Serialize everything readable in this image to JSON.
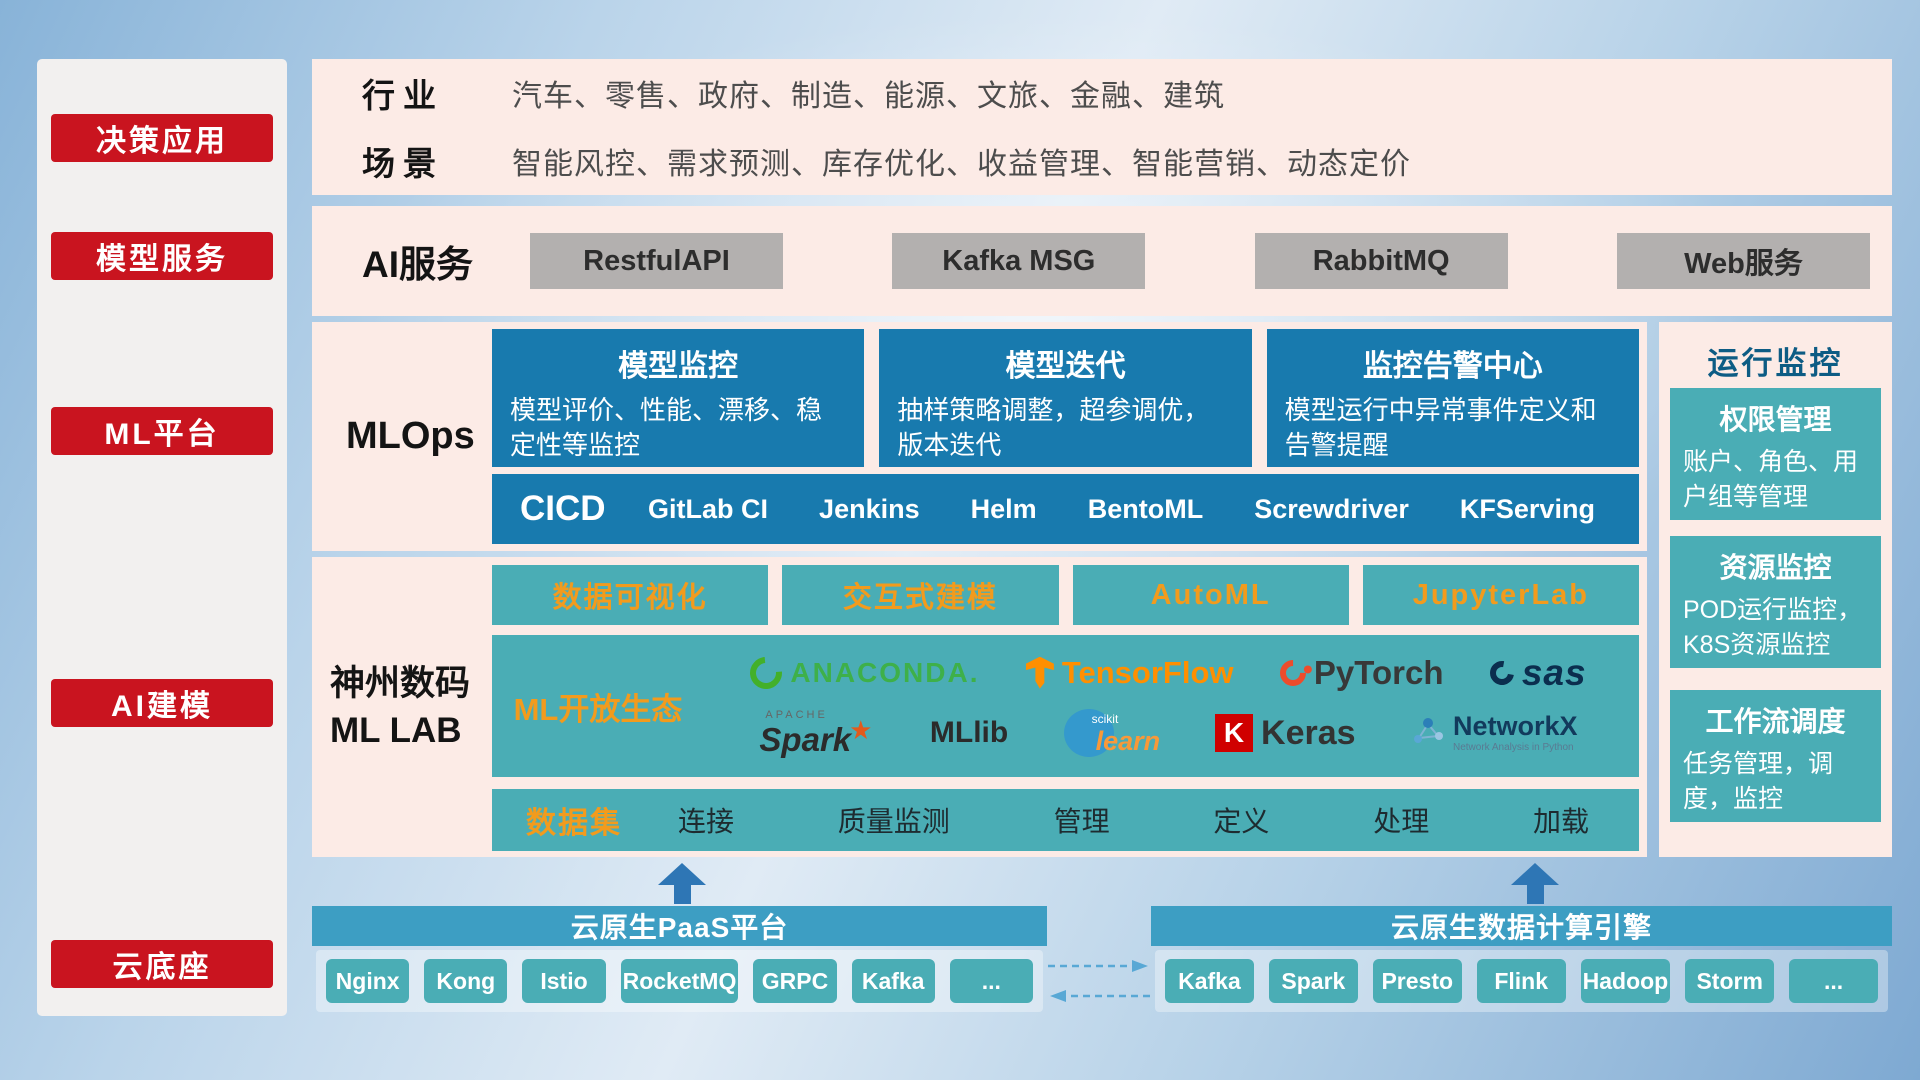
{
  "colors": {
    "sidebar_red": "#c9141f",
    "panel_pink": "#fcebe6",
    "card_blue": "#187aae",
    "card_teal": "#4aadb5",
    "banner_blue": "#3d9ec3",
    "accent_orange": "#f29b1d",
    "button_gray": "#b3b0af",
    "arrow_blue": "#2e76b5"
  },
  "sidebar": {
    "items": [
      "决策应用",
      "模型服务",
      "ML平台",
      "AI建模",
      "云底座"
    ]
  },
  "industry_panel": {
    "rows": [
      {
        "label": "行业",
        "value": "汽车、零售、政府、制造、能源、文旅、金融、建筑"
      },
      {
        "label": "场景",
        "value": "智能风控、需求预测、库存优化、收益管理、智能营销、动态定价"
      }
    ]
  },
  "ai_service_panel": {
    "label": "AI服务",
    "services": [
      "RestfulAPI",
      "Kafka MSG",
      "RabbitMQ",
      "Web服务"
    ]
  },
  "mlops_panel": {
    "label": "MLOps",
    "cards": [
      {
        "title": "模型监控",
        "desc": "模型评价、性能、漂移、稳定性等监控"
      },
      {
        "title": "模型迭代",
        "desc": "抽样策略调整，超参调优，版本迭代"
      },
      {
        "title": "监控告警中心",
        "desc": "模型运行中异常事件定义和告警提醒"
      }
    ],
    "cicd_label": "CICD",
    "cicd_items": [
      "GitLab CI",
      "Jenkins",
      "Helm",
      "BentoML",
      "Screwdriver",
      "KFServing"
    ]
  },
  "mllab_panel": {
    "label_line1": "神州数码",
    "label_line2": "ML LAB",
    "tools": [
      "数据可视化",
      "交互式建模",
      "AutoML",
      "JupyterLab"
    ],
    "eco_label": "ML开放生态",
    "logos": {
      "anaconda": "ANACONDA.",
      "tensorflow": "TensorFlow",
      "pytorch": "PyTorch",
      "sas": "sas",
      "apache": "APACHE",
      "spark": "Spark",
      "spark_star": "★",
      "mllib": "MLlib",
      "scikit_top": "scikit",
      "scikit_learn": "learn",
      "keras_k": "K",
      "keras": "Keras",
      "networkx": "NetworkX",
      "networkx_sub": "Network Analysis in Python"
    },
    "dataset_label": "数据集",
    "dataset_items": [
      "连接",
      "质量监测",
      "管理",
      "定义",
      "处理",
      "加载"
    ]
  },
  "monitor_panel": {
    "title": "运行监控",
    "cards": [
      {
        "title": "权限管理",
        "desc": "账户、角色、用户组等管理"
      },
      {
        "title": "资源监控",
        "desc": "POD运行监控，K8S资源监控"
      },
      {
        "title": "工作流调度",
        "desc": "任务管理，调度，监控"
      }
    ]
  },
  "bottom": {
    "paas_title": "云原生PaaS平台",
    "paas_items": [
      "Nginx",
      "Kong",
      "Istio",
      "RocketMQ",
      "GRPC",
      "Kafka",
      "..."
    ],
    "engine_title": "云原生数据计算引擎",
    "engine_items": [
      "Kafka",
      "Spark",
      "Presto",
      "Flink",
      "Hadoop",
      "Storm",
      "..."
    ]
  }
}
